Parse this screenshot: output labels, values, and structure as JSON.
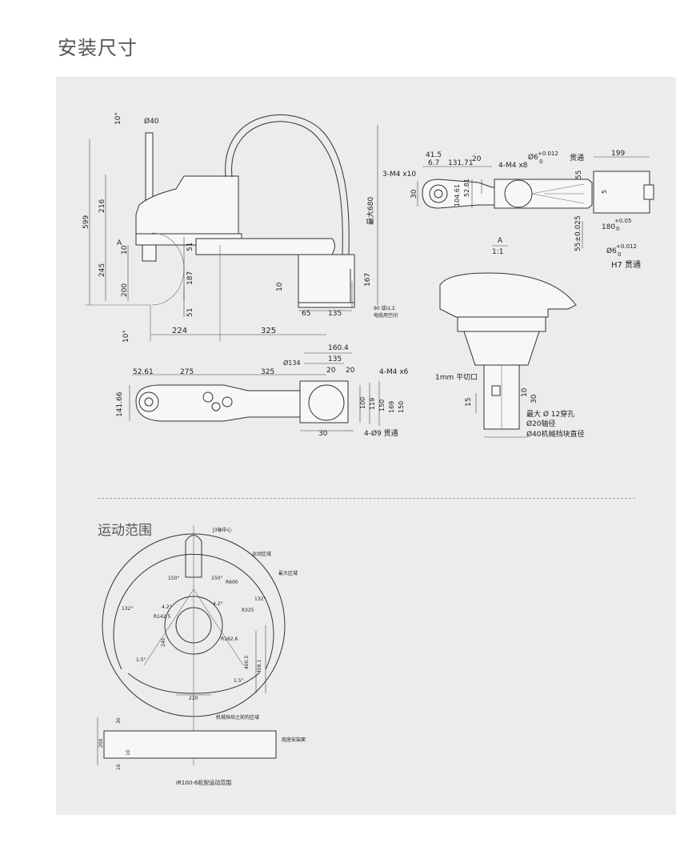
{
  "page": {
    "title": "安装尺寸",
    "section2_title": "运动范围"
  },
  "side_view": {
    "dims": [
      "10°",
      "Ø40",
      "599",
      "216",
      "245",
      "200",
      "10",
      "51",
      "187",
      "10",
      "51",
      "10°",
      "224",
      "325",
      "65",
      "135",
      "167",
      "最大680",
      "A"
    ],
    "note_cable": [
      "90 或以上",
      "电缆用空间"
    ]
  },
  "top_view": {
    "dims": [
      "52.61",
      "275",
      "325",
      "Ø134",
      "160.4",
      "135",
      "20",
      "20",
      "141.66",
      "100",
      "119",
      "150",
      "169",
      "150",
      "30"
    ],
    "holes_label": "4-M4  x6",
    "through_label": "4-Ø9  贯通"
  },
  "detail_view": {
    "dims": [
      "41.5",
      "6.7",
      "131.71",
      "20",
      "3-M4  x10",
      "30",
      "104.61",
      "52.81",
      "4-M4  x8",
      "Ø6",
      "+0.012",
      "0",
      "贯通",
      "199",
      "55",
      "5",
      "180",
      "+0.05",
      "0",
      "55±0.025",
      "Ø6",
      "+0.012",
      "0",
      "H7 贯通"
    ],
    "view_label": "A",
    "scale": "1:1"
  },
  "shaft_view": {
    "labels": [
      "1mm 平切口",
      "15",
      "10",
      "30",
      "最大 Ø 12穿孔",
      "Ø20轴径",
      "Ø40机械挡块直径"
    ]
  },
  "range_view": {
    "labels": [
      "J3轴中心",
      "运动区域",
      "最大区域",
      "150°",
      "150°",
      "R600",
      "132°",
      "132°",
      "4.2°",
      "4.2°",
      "R142.5",
      "R325",
      "R162.6",
      "245",
      "1.5°",
      "1.5°",
      "400.5",
      "458.1",
      "220",
      "机械挡块之前的区域",
      "底座安装面",
      "30",
      "200",
      "10",
      "10"
    ],
    "caption": "IR100-6机型运动范围"
  }
}
